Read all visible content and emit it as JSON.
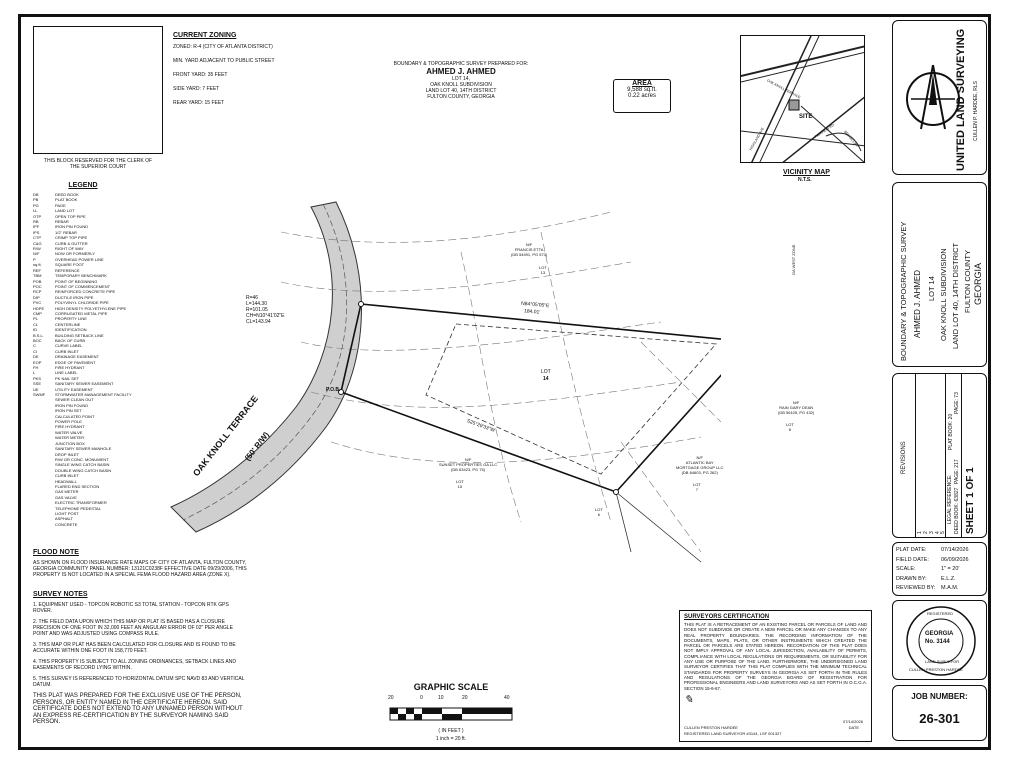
{
  "clerk_block": {
    "note": "THIS BLOCK RESERVED FOR THE CLERK OF THE SUPERIOR COURT"
  },
  "zoning": {
    "title": "CURRENT ZONING",
    "lines": [
      "ZONED: R-4 (CITY OF ATLANTA DISTRICT)",
      "MIN. YARD ADJACENT TO PUBLIC STREET",
      "FRONT YARD: 35 FEET",
      "SIDE YARD: 7 FEET",
      "REAR YARD: 15 FEET"
    ]
  },
  "title_block": {
    "prepared_for": "BOUNDARY & TOPOGRAPHIC SURVEY PREPARED FOR:",
    "client": "AHMED J. AHMED",
    "lot": "LOT 14,",
    "subdivision": "OAK KNOLL SUBDIVISION",
    "land_lot": "LAND LOT 40, 14TH DISTRICT",
    "county": "FULTON COUNTY, GEORGIA"
  },
  "area": {
    "title": "AREA",
    "sqft": "9,588 sq.ft.",
    "acres": "0.22 acres"
  },
  "vicinity": {
    "title": "VICINITY MAP",
    "nts": "N.T.S.",
    "site": "SITE",
    "streets": [
      "OAK KNOLL TERRACE",
      "FAIRVIEW RD",
      "HIGHLAND AVE",
      "BRIARCLIFF"
    ]
  },
  "legend": {
    "title": "LEGEND",
    "items": [
      [
        "DB",
        "DEED BOOK"
      ],
      [
        "PB",
        "PLAT BOOK"
      ],
      [
        "PG",
        "PAGE"
      ],
      [
        "LL",
        "LAND LOT"
      ],
      [
        "OTP",
        "OPEN TOP PIPE"
      ],
      [
        "RB",
        "REBAR"
      ],
      [
        "IPF",
        "IRON PIN FOUND"
      ],
      [
        "IPS",
        "1/2\" REBAR"
      ],
      [
        "CTP",
        "CRIMP TOP PIPE"
      ],
      [
        "C&G",
        "CURB & GUTTER"
      ],
      [
        "R/W",
        "RIGHT OF WAY"
      ],
      [
        "N/F",
        "NOW OR FORMERLY"
      ],
      [
        "P",
        "OVERHEAD POWER LINE"
      ],
      [
        "sq.ft.",
        "SQUARE FOOT"
      ],
      [
        "REF",
        "REFERENCE"
      ],
      [
        "TBM",
        "TEMPORARY BENCHMARK"
      ],
      [
        "POB",
        "POINT OF BEGINNING"
      ],
      [
        "POC",
        "POINT OF COMMENCEMENT"
      ],
      [
        "RCP",
        "REINFORCED CONCRETE PIPE"
      ],
      [
        "DIP",
        "DUCTILE IRON PIPE"
      ],
      [
        "PVC",
        "POLYVINYL CHLORIDE PIPE"
      ],
      [
        "HDPE",
        "HIGH DENSITY POLYETHYLENE PIPE"
      ],
      [
        "CMP",
        "CORRUGATED METAL PIPE"
      ],
      [
        "PL",
        "PROPERTY LINE"
      ],
      [
        "CL",
        "CENTERLINE"
      ],
      [
        "ID",
        "IDENTIFICATION"
      ],
      [
        "B.S.L.",
        "BUILDING SETBACK LINE"
      ],
      [
        "BOC",
        "BACK OF CURB"
      ],
      [
        "C",
        "CURVE LABEL"
      ],
      [
        "CI",
        "CURB INLET"
      ],
      [
        "DE",
        "DRAINAGE EASEMENT"
      ],
      [
        "EOP",
        "EDGE OF PAVEMENT"
      ],
      [
        "FH",
        "FIRE HYDRANT"
      ],
      [
        "L",
        "LINE LABEL"
      ],
      [
        "PKS",
        "PK NAIL SET"
      ],
      [
        "SSE",
        "SANITARY SEWER EASEMENT"
      ],
      [
        "UE",
        "UTILITY EASEMENT"
      ],
      [
        "SWMF",
        "STORMWATER MANAGEMENT FACILITY"
      ],
      [
        "",
        "SEWER CLEAN OUT"
      ],
      [
        "",
        "IRON PIN FOUND"
      ],
      [
        "",
        "IRON PIN SET"
      ],
      [
        "",
        "CALCULATED POINT"
      ],
      [
        "",
        "POWER POLE"
      ],
      [
        "",
        "FIRE HYDRANT"
      ],
      [
        "",
        "WATER VALVE"
      ],
      [
        "",
        "WATER METER"
      ],
      [
        "",
        "JUNCTION BOX"
      ],
      [
        "",
        "SANITARY SEWER MANHOLE"
      ],
      [
        "",
        "DROP INLET"
      ],
      [
        "",
        "R/W OR CONC. MONUMENT"
      ],
      [
        "",
        "SINGLE WING CATCH BASIN"
      ],
      [
        "",
        "DOUBLE WING CATCH BASIN"
      ],
      [
        "",
        "CURB INLET"
      ],
      [
        "",
        "HEADWALL"
      ],
      [
        "",
        "FLARED END SECTION"
      ],
      [
        "",
        "GAS METER"
      ],
      [
        "",
        "GAS VALVE"
      ],
      [
        "",
        "ELECTRIC TRANSFORMER"
      ],
      [
        "",
        "TELEPHONE PEDESTAL"
      ],
      [
        "",
        "LIGHT POST"
      ],
      [
        "",
        "ASPHALT"
      ],
      [
        "",
        "CONCRETE"
      ]
    ]
  },
  "flood": {
    "title": "FLOOD NOTE",
    "text": "AS SHOWN ON FLOOD INSURANCE RATE MAPS OF CITY OF ATLANTA, FULTON COUNTY, GEORGIA COMMUNITY PANEL NUMBER: 13121C0238F EFFECTIVE DATE 09/29/2006, THIS PROPERTY IS NOT LOCATED IN A SPECIAL FEMA FLOOD HAZARD AREA (ZONE X)."
  },
  "survey_notes": {
    "title": "SURVEY NOTES",
    "items": [
      "1.   EQUIPMENT USED - TOPCON ROBOTIC S3 TOTAL STATION - TOPCON RTK GPS ROVER.",
      "2.   THE FIELD DATA UPON WHICH THIS MAP OR PLAT IS BASED HAS A CLOSURE PRECISION OF ONE FOOT IN 32,000 FEET AN ANGULAR ERROR OF 02\" PER ANGLE POINT AND WAS ADJUSTED USING COMPASS RULE.",
      "3.   THIS MAP OR PLAT HAS BEEN CALCULATED FOR CLOSURE AND IS FOUND TO BE ACCURATE WITHIN ONE FOOT IN 158,770 FEET.",
      "4.   THIS PROPERTY IS SUBJECT TO ALL ZONING ORDINANCES, SETBACK LINES AND EASEMENTS OF RECORD LYING WITHIN.",
      "5.   THIS SURVEY IS REFERENCED TO HORIZONTAL DATUM SPC NAVD 83 AND VERTICAL DATUM."
    ],
    "closing": "THIS PLAT WAS PREPARED FOR THE EXCLUSIVE USE OF THE PERSON, PERSONS, OR ENTITY NAMED IN THE CERTIFICATE HEREON. SAID CERTIFICATE DOES NOT EXTEND TO ANY UNNAMED PERSON WITHOUT AN EXPRESS RE-CERTIFICATION BY THE SURVEYOR NAMING SAID PERSON."
  },
  "graphic_scale": {
    "title": "GRAPHIC SCALE",
    "ticks": [
      "20",
      "0",
      "10",
      "20",
      "40"
    ],
    "unit": "( IN FEET )",
    "ratio": "1 inch =  20  ft."
  },
  "certification": {
    "title": "SURVEYORS CERTIFICATION",
    "text": "THIS PLAT IS A RETRACEMENT OF AN EXISTING PARCEL OR PARCELS OF LAND AND DOES NOT SUBDIVIDE OR CREATE A NEW PARCEL OR MAKE ANY CHANGES TO ANY REAL PROPERTY BOUNDARIES. THE RECORDING INFORMATION OF THE DOCUMENTS, MAPS, PLATS, OR OTHER INSTRUMENTS WHICH CREATED THE PARCEL OR PARCELS ARE STATED HEREON. RECORDATION OF THIS PLAT DOES NOT IMPLY APPROVAL OF ANY LOCAL JURISDICTION, AVAILABILITY OF PERMITS, COMPLIANCE WITH LOCAL REGULATIONS OR REQUIREMENTS, OR SUITABILITY FOR ANY USE OR PURPOSE OF THE LAND. FURTHERMORE, THE UNDERSIGNED LAND SURVEYOR CERTIFIES THAT THIS PLAT COMPLIES WITH THE MINIMUM TECHNICAL STANDARDS FOR PROPERTY SURVEYS IN GEORGIA AS SET FORTH IN THE RULES AND REGULATIONS OF THE GEORGIA BOARD OF REGISTRATION FOR PROFESSIONAL ENGINEERS AND LAND SURVEYORS AND AS SET FORTH IN O.C.G.A. SECTION 15-6-67.",
    "signer": "CULLEN PRESTON HARDEE",
    "registration": "REGISTERED LAND SURVEYOR #3144, LSF 001327",
    "date": "07/14/2026",
    "date_label": "DATE"
  },
  "plan": {
    "street": "OAK KNOLL TERRACE",
    "street_rw": "(50' R/W)",
    "lot_label": "LOT",
    "lot_number": "14",
    "pob": "P.O.B.",
    "north_bearing": "N84°05'05\"E",
    "north_distance": "184.01'",
    "south_bearing": "S25°29'33\"W",
    "curve": [
      "R=46",
      "L=144.30",
      "R=101.05",
      "CH=N10°41'02\"E",
      "CL=143.94"
    ],
    "neighbors": [
      {
        "name": "N/F\nFRANCIS ETTA\n(DB 54491, PG 573)",
        "lot": "LOT\n13"
      },
      {
        "name": "N/F\nRAIN GARY DEAN\n(DB 56105, PG 432)",
        "lot": "LOT\n8"
      },
      {
        "name": "N/F\nATLANTIC BAY\nMORTGAGE GROUP LLC\n(DB 64603, PG 262)",
        "lot": "LOT\n7"
      },
      {
        "name": "N/F\nSUNSET PROPERTIES GA LLC\n(DB 63423, PG 75)",
        "lot": "LOT\n15"
      }
    ],
    "lot_bottom": "LOT\n6",
    "north_ref": "GA WEST ZONE"
  },
  "company": {
    "name": "UNITED LAND SURVEYING",
    "subtitle": "CULLEN P. HARDEE, RLS"
  },
  "side_title": {
    "lines": [
      "BOUNDARY & TOPOGRAPHIC SURVEY",
      "AHMED J. AHMED",
      "LOT 14",
      "OAK KNOLL SUBDIVISION",
      "LAND LOT 40, 14TH DISTRICT",
      "FULTON COUNTY",
      "GEORGIA"
    ]
  },
  "revisions": {
    "title": "REVISIONS",
    "numbers": [
      "1",
      "2",
      "3",
      "4",
      "5"
    ]
  },
  "legal_ref": {
    "title": "LEGAL REFERENCE:",
    "deed": "DEED BOOK:  63827",
    "deed_page": "PAGE:  217",
    "plat": "PLAT BOOK:  20",
    "plat_page": "PAGE:  73"
  },
  "sheet": "SHEET 1 OF 1",
  "plat_info": [
    [
      "PLAT DATE:",
      "07/14/2026"
    ],
    [
      "FIELD DATE:",
      "06/09/2026"
    ],
    [
      "SCALE:",
      "1\" = 20'"
    ],
    [
      "DRAWN BY:",
      "E.L.Z."
    ],
    [
      "REVIEWED BY:",
      "M.A.M."
    ]
  ],
  "seal": {
    "state": "GEORGIA",
    "number": "No. 3144",
    "name": "CULLEN PRESTON HARDEE",
    "top": "REGISTERED",
    "bottom": "LAND SURVEYOR"
  },
  "job": {
    "label": "JOB NUMBER:",
    "number": "26-301"
  }
}
